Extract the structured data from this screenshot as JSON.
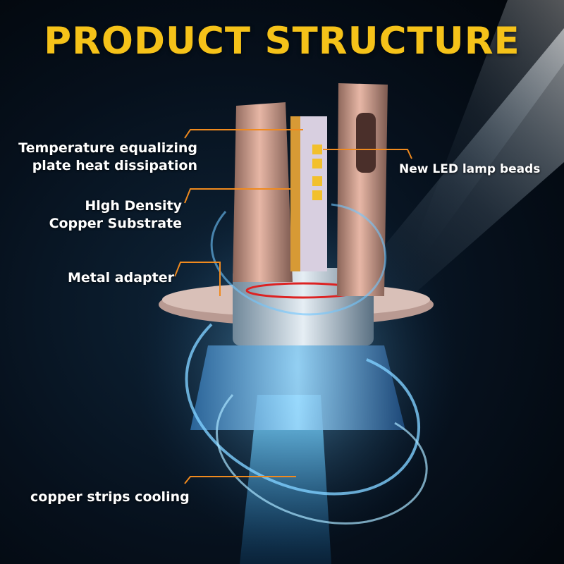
{
  "title": "PRODUCT STRUCTURE",
  "callouts": {
    "temperature": {
      "line1": "Temperature equalizing",
      "line2": "plate heat dissipation"
    },
    "density": {
      "line1": "Hlgh Density",
      "line2": "Copper Substrate"
    },
    "adapter": "Metal adapter",
    "led": "New LED lamp beads",
    "copper_strips": "copper strips cooling"
  },
  "colors": {
    "title": "#f5c219",
    "callout_line": "#f08a1e",
    "glow": "#3fb4ff"
  }
}
